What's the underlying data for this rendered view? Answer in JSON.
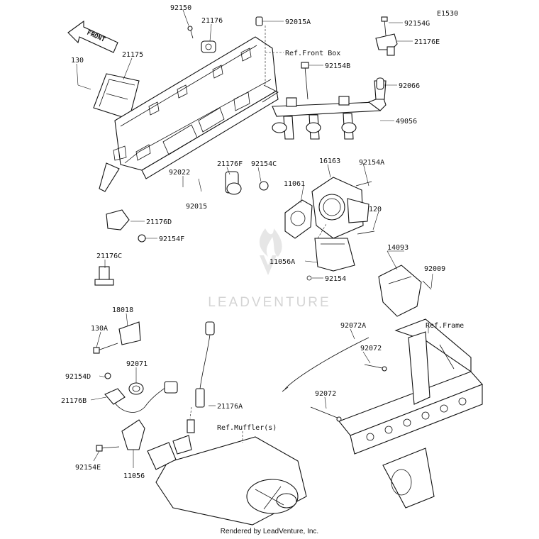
{
  "diagram_code": "E1530",
  "front_arrow_label": "FRONT",
  "watermark": "LEADVENTURE",
  "footer": "Rendered by LeadVenture, Inc.",
  "references": {
    "front_box": "Ref.Front Box",
    "frame": "Ref.Frame",
    "muffler": "Ref.Muffler(s)"
  },
  "callouts": [
    {
      "id": "92150",
      "label": "92150"
    },
    {
      "id": "21176",
      "label": "21176"
    },
    {
      "id": "92015A",
      "label": "92015A"
    },
    {
      "id": "92154G",
      "label": "92154G"
    },
    {
      "id": "21176E",
      "label": "21176E"
    },
    {
      "id": "130",
      "label": "130"
    },
    {
      "id": "21175",
      "label": "21175"
    },
    {
      "id": "92154B",
      "label": "92154B"
    },
    {
      "id": "92066",
      "label": "92066"
    },
    {
      "id": "49056",
      "label": "49056"
    },
    {
      "id": "21176F",
      "label": "21176F"
    },
    {
      "id": "92154C",
      "label": "92154C"
    },
    {
      "id": "16163",
      "label": "16163"
    },
    {
      "id": "92154A",
      "label": "92154A"
    },
    {
      "id": "11061",
      "label": "11061"
    },
    {
      "id": "92022",
      "label": "92022"
    },
    {
      "id": "92015",
      "label": "92015"
    },
    {
      "id": "21176D",
      "label": "21176D"
    },
    {
      "id": "92154F",
      "label": "92154F"
    },
    {
      "id": "120",
      "label": "120"
    },
    {
      "id": "14093",
      "label": "14093"
    },
    {
      "id": "11056A",
      "label": "11056A"
    },
    {
      "id": "92009",
      "label": "92009"
    },
    {
      "id": "92154",
      "label": "92154"
    },
    {
      "id": "21176C",
      "label": "21176C"
    },
    {
      "id": "18018",
      "label": "18018"
    },
    {
      "id": "130A",
      "label": "130A"
    },
    {
      "id": "92072A",
      "label": "92072A"
    },
    {
      "id": "92072_1",
      "label": "92072"
    },
    {
      "id": "92071",
      "label": "92071"
    },
    {
      "id": "92154D",
      "label": "92154D"
    },
    {
      "id": "21176B",
      "label": "21176B"
    },
    {
      "id": "21176A",
      "label": "21176A"
    },
    {
      "id": "92072_2",
      "label": "92072"
    },
    {
      "id": "92154E",
      "label": "92154E"
    },
    {
      "id": "11056",
      "label": "11056"
    }
  ]
}
